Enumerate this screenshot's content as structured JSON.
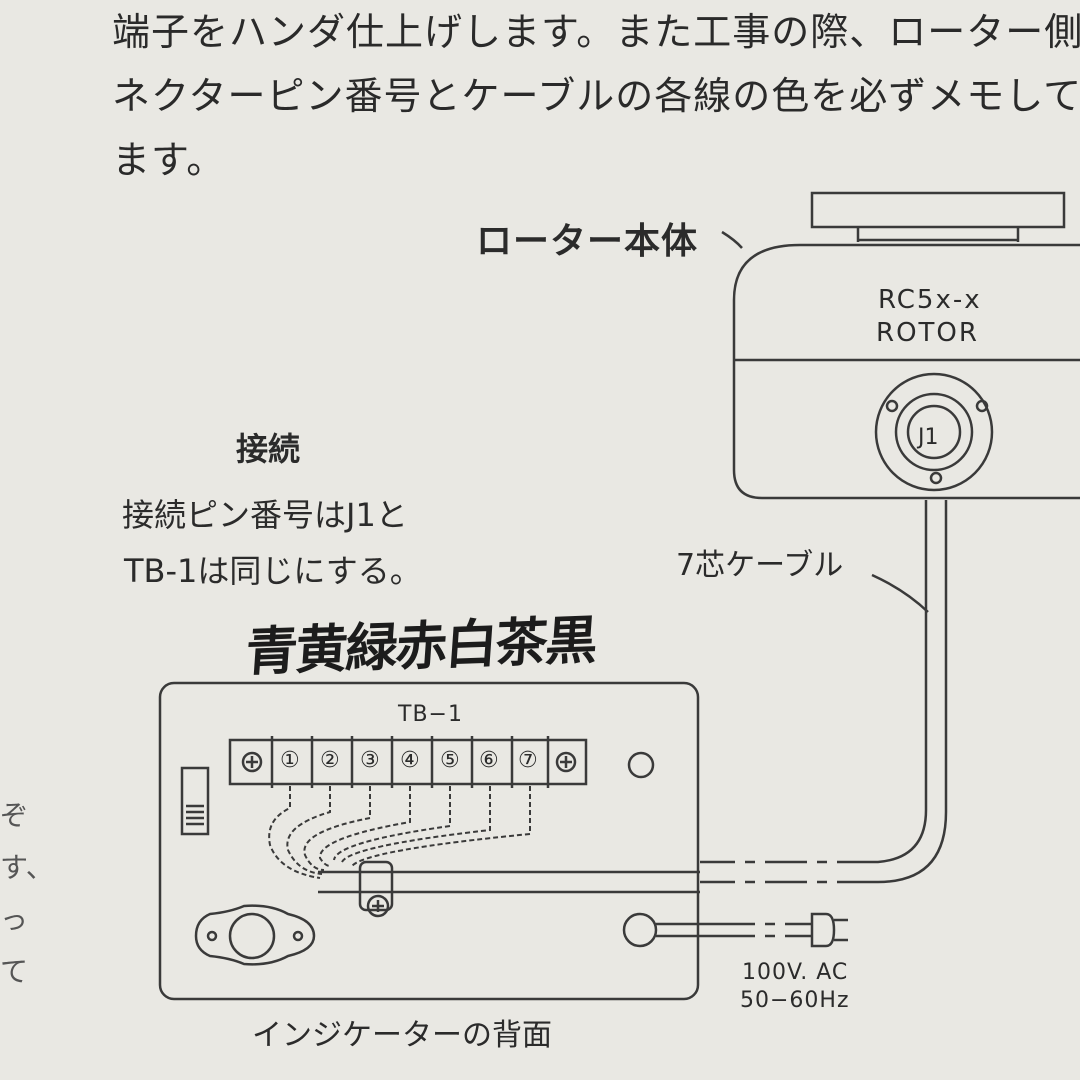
{
  "paragraph": {
    "line1": "端子をハンダ仕上げします。また工事の際、ローター側",
    "line2": "ネクターピン番号とケーブルの各線の色を必ずメモして",
    "line3": "ます。"
  },
  "rotor": {
    "title": "ローター本体",
    "model": "RC5x-x",
    "label": "ROTOR",
    "connector": "J1"
  },
  "connection": {
    "title": "接続",
    "line1": "接続ピン番号はJ1と",
    "line2": "TB-1は同じにする。"
  },
  "cable_label": "7芯ケーブル",
  "handwritten_colors": "青黄緑赤白茶黒",
  "terminal_block": {
    "label": "TB−1",
    "pins": [
      "①",
      "②",
      "③",
      "④",
      "⑤",
      "⑥",
      "⑦"
    ]
  },
  "power": {
    "voltage": "100V. AC",
    "frequency": "50−60Hz"
  },
  "indicator_caption": "インジケーターの背面",
  "left_edge_chars": "ぞ\nす、\nっ\nて"
}
